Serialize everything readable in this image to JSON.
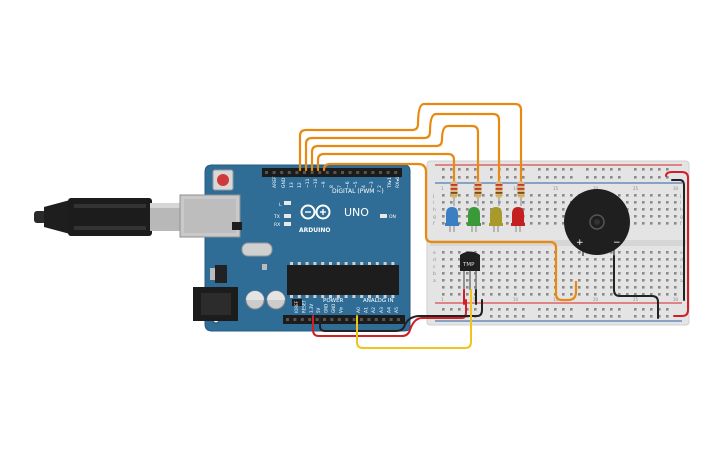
{
  "colors": {
    "background": "#ffffff",
    "board": "#2f6d97",
    "board_edge": "#2a6088",
    "breadboard": "#e6e6e6",
    "rail_red": "#d8232a",
    "rail_blue": "#2c5fa8",
    "wire_orange": "#e88a12",
    "wire_red": "#d01f26",
    "wire_black": "#222222",
    "wire_yellow": "#f0c419",
    "led_blue": "#3a7fc4",
    "led_green": "#3a9a3a",
    "led_yellow": "#a89a2a",
    "led_red": "#c42020",
    "buzzer": "#222222"
  },
  "arduino": {
    "brand": "ARDUINO",
    "model": "UNO",
    "digital_header": "DIGITAL (PWM ~)",
    "power_header": "POWER",
    "analog_header": "ANALOG IN",
    "pin_aref": "AREF",
    "pin_gnd_top": "GND",
    "pin_tx": "TX▸1",
    "pin_rx": "RX◂0",
    "led_l": "L",
    "led_tx": "TX",
    "led_rx": "RX",
    "led_on": "ON",
    "digital_pins": [
      "13",
      "12",
      "~11",
      "~10",
      "~9",
      "8",
      "7",
      "~6",
      "~5",
      "4",
      "~3",
      "2"
    ],
    "power_pins": [
      "IOREF",
      "RESET",
      "3.3V",
      "5V",
      "GND",
      "GND",
      "Vin"
    ],
    "analog_pins": [
      "A0",
      "A1",
      "A2",
      "A3",
      "A4",
      "A5"
    ]
  },
  "components": {
    "sensor_label": "TMP",
    "buzzer_plus": "+",
    "buzzer_minus": "−"
  },
  "breadboard": {
    "column_numbers": [
      "1",
      "5",
      "10",
      "15",
      "20",
      "25",
      "30"
    ],
    "row_letters_top": [
      "j",
      "i",
      "h",
      "g",
      "f"
    ],
    "row_letters_bottom": [
      "e",
      "d",
      "c",
      "b",
      "a"
    ]
  }
}
